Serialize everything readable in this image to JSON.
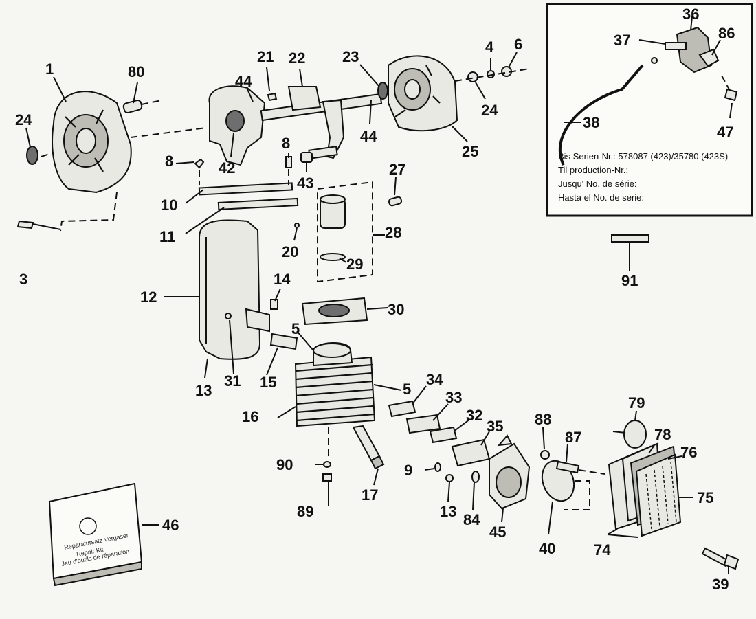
{
  "labels": {
    "l1": "1",
    "l80": "80",
    "l24a": "24",
    "l21": "21",
    "l22": "22",
    "l44a": "44",
    "l23": "23",
    "l4": "4",
    "l6": "6",
    "l24b": "24",
    "l44b": "44",
    "l25": "25",
    "l42": "42",
    "l8a": "8",
    "l8b": "8",
    "l43": "43",
    "l27": "27",
    "l10": "10",
    "l11": "11",
    "l28": "28",
    "l20": "20",
    "l29": "29",
    "l3": "3",
    "l12": "12",
    "l14": "14",
    "l30": "30",
    "l5a": "5",
    "l13a": "13",
    "l31": "31",
    "l15": "15",
    "l5b": "5",
    "l34": "34",
    "l33": "33",
    "l32": "32",
    "l16": "16",
    "l35": "35",
    "l88": "88",
    "l87": "87",
    "l79": "79",
    "l78": "78",
    "l76": "76",
    "l75": "75",
    "l90": "90",
    "l9": "9",
    "l17": "17",
    "l13b": "13",
    "l84": "84",
    "l89": "89",
    "l46": "46",
    "l45": "45",
    "l40": "40",
    "l74": "74",
    "l39": "39",
    "l91": "91",
    "l36": "36",
    "l37": "37",
    "l86": "86",
    "l38": "38",
    "l47": "47"
  },
  "inset": {
    "line1": "Bis Serien-Nr.: 578087 (423)/35780 (423S)",
    "line2": "Til production-Nr.:",
    "line3": "Jusqu' No. de série:",
    "line4": "Hasta el No. de serie:"
  },
  "kit": {
    "line1": "Reparatursatz Vergaser",
    "line2": "Repair Kit",
    "line3": "Jeu d'outils de réparation"
  }
}
